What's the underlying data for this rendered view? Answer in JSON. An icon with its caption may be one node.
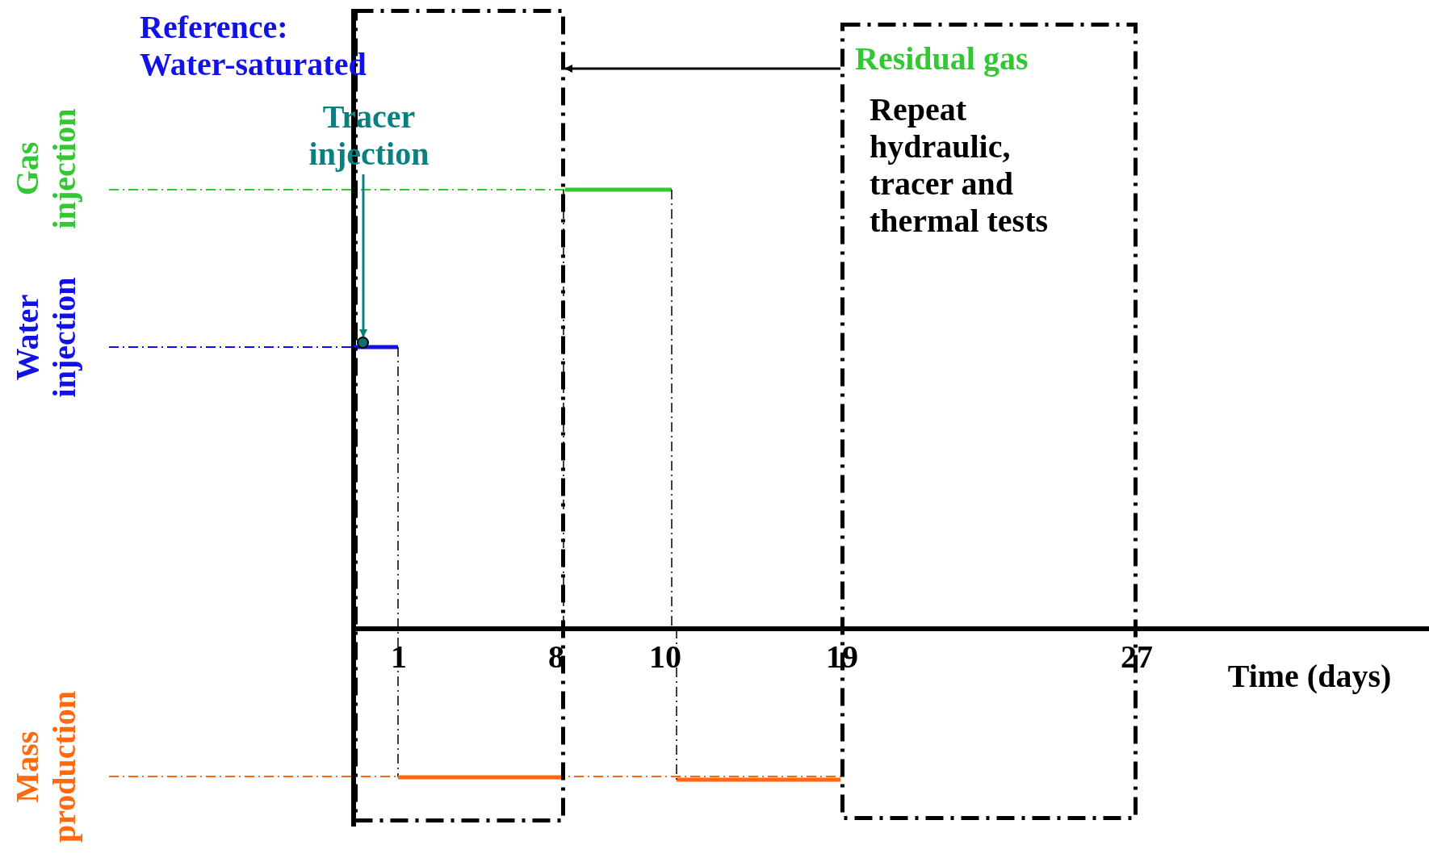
{
  "diagram": {
    "nodes": [
      {
        "text": [
          "Reference: Water-saturated"
        ]
      },
      {
        "text": [
          "Residual gas",
          "Repeat hydraulic, tracer and thermal tests"
        ]
      },
      {
        "text": [
          "Tracer injection"
        ]
      },
      {
        "text": [],
        "shape": "circle",
        "in": 0
      }
    ],
    "edges": [
      {
        "from": 1,
        "to": 0,
        "arrow": "to"
      },
      {
        "from": 2,
        "to": 3,
        "arrow": "to",
        "color": "#0a8080"
      }
    ],
    "labels": [
      "Gas injection",
      "Water injection",
      "Mass production",
      "1",
      "8",
      "10",
      "19",
      "27",
      "Time (days)"
    ]
  }
}
